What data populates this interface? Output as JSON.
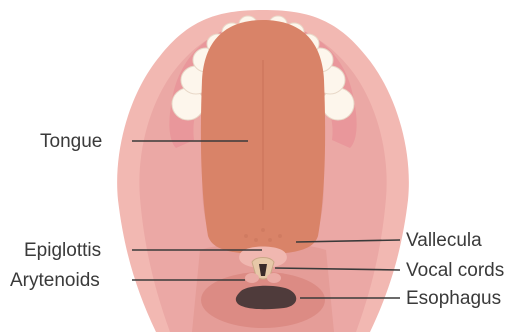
{
  "figure": {
    "subject": "oral cavity and larynx (superior view)",
    "labels": {
      "tongue": "Tongue",
      "epiglottis": "Epiglottis",
      "arytenoids": "Arytenoids",
      "vallecula": "Vallecula",
      "vocal_cords": "Vocal cords",
      "esophagus": "Esophagus"
    }
  },
  "colors": {
    "outer_cavity": "#f2b8b2",
    "inner_cavity": "#eba8a5",
    "gum": "#e9979b",
    "teeth": "#fdf6ec",
    "tongue": "#d98368",
    "tongue_shadow": "#cf7b62",
    "epiglottis": "#f0b7b0",
    "esophagus": "#4f3b3b",
    "leader_line": "#3a3a3a",
    "label_text": "#3a3a3a"
  }
}
